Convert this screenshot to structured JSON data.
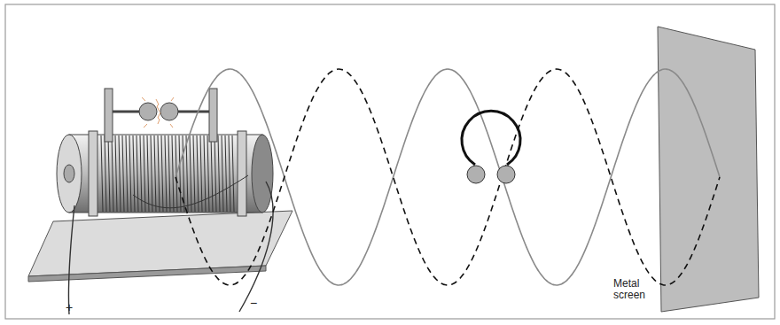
{
  "diagram": {
    "labels": [
      "+",
      "−",
      "Metal screen"
    ]
  }
}
